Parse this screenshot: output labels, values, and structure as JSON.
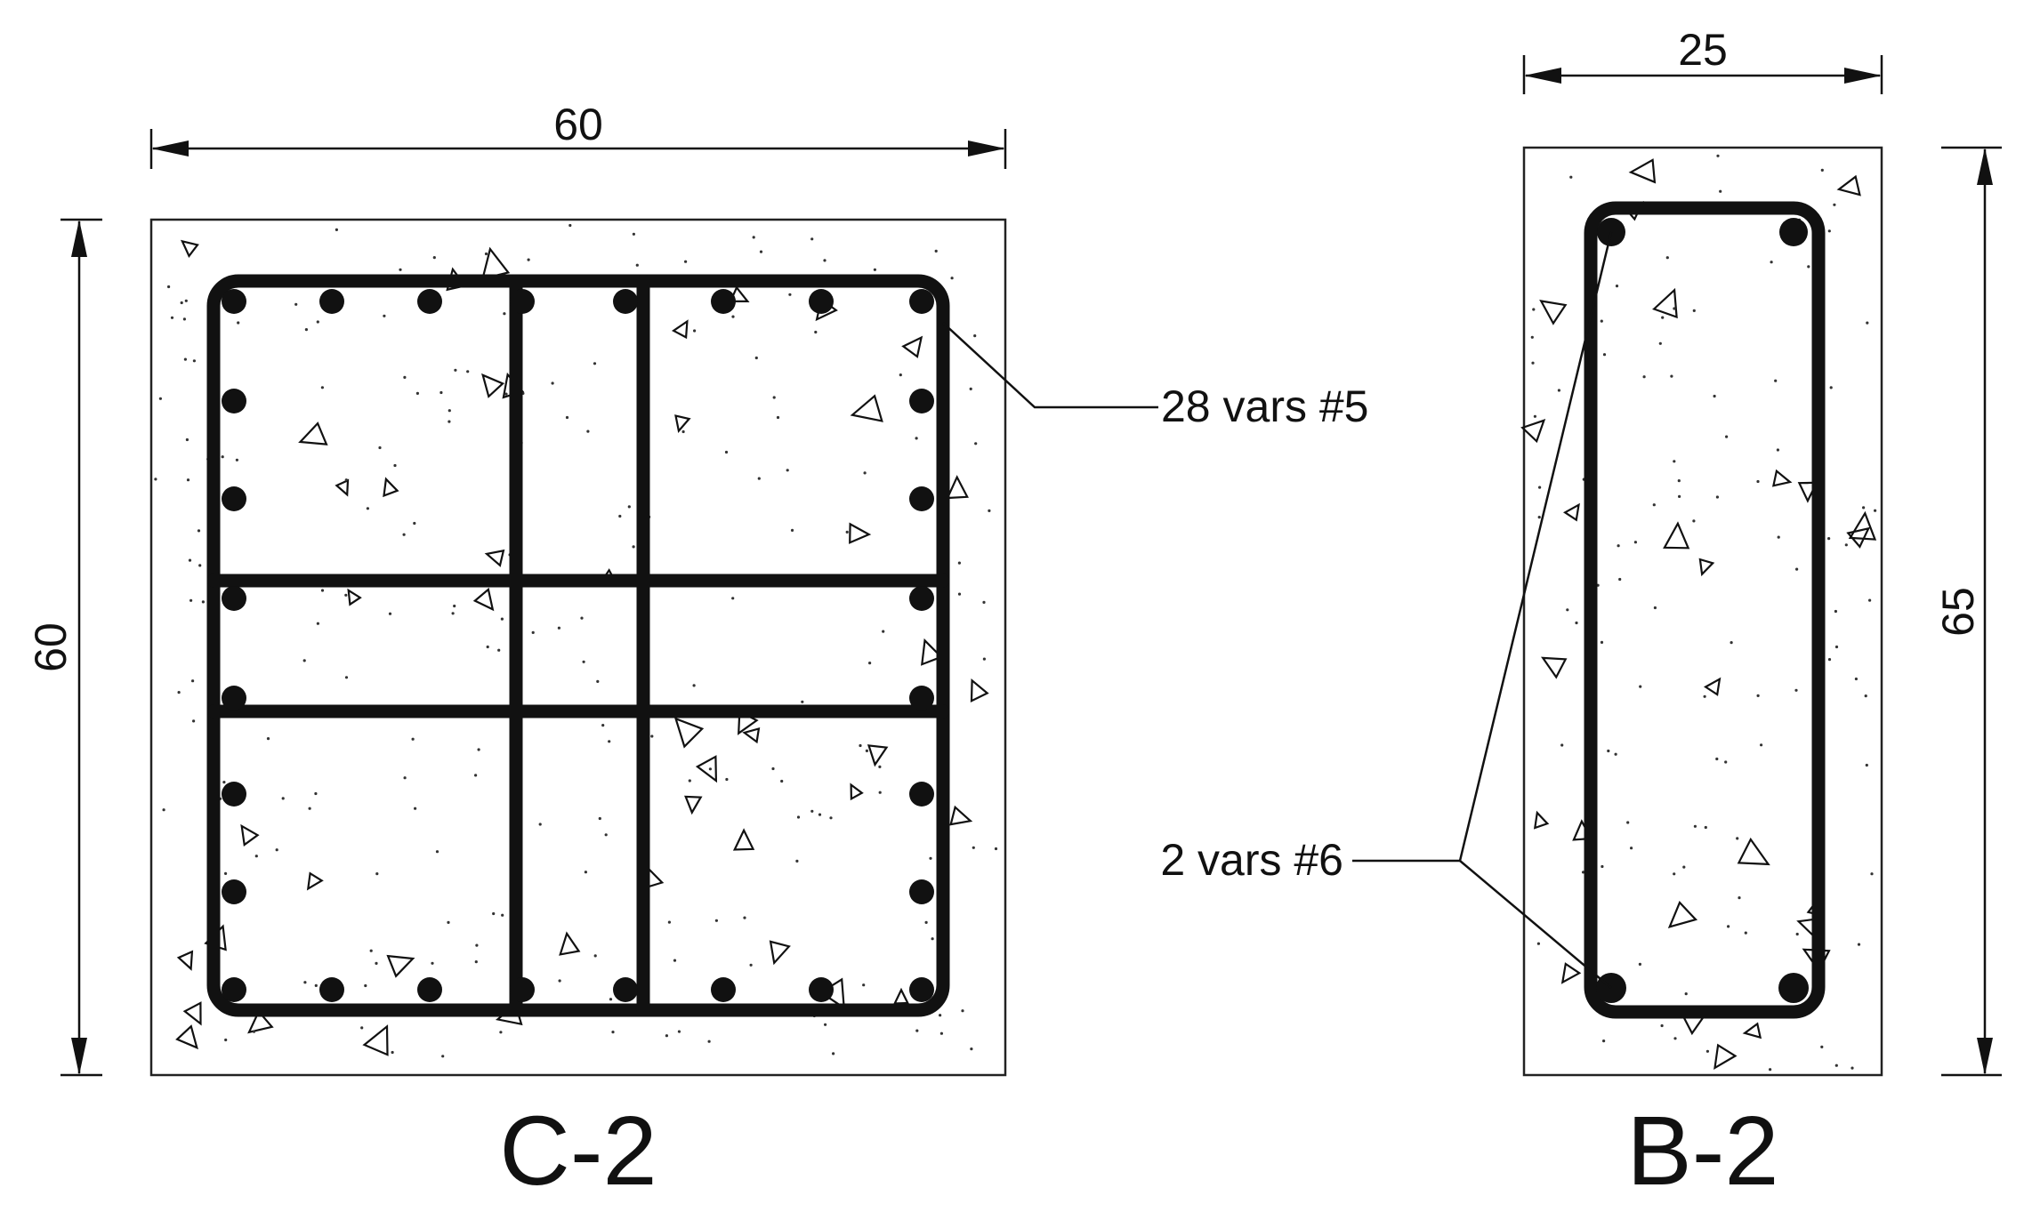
{
  "sections": [
    {
      "title": "C-2",
      "width_label": "60",
      "height_label": "60",
      "callout": "28 vars #5"
    },
    {
      "title": "B-2",
      "width_label": "25",
      "height_label": "65",
      "callout": "2 vars #6"
    }
  ]
}
